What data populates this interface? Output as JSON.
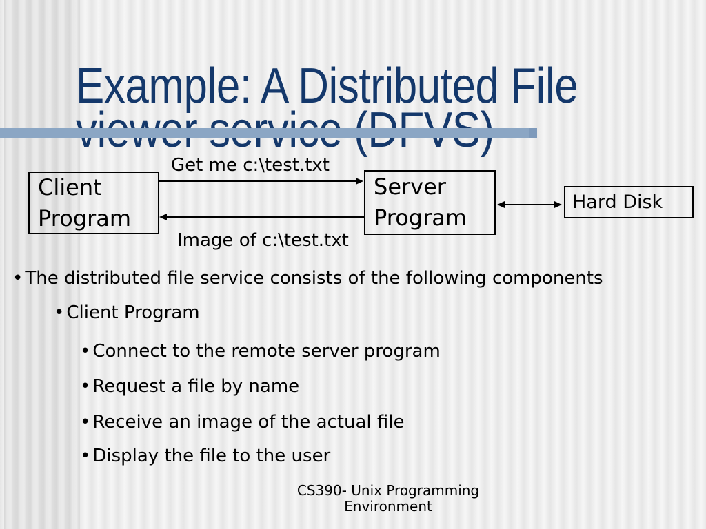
{
  "slide": {
    "title_line1": "Example: A Distributed File",
    "title_line2": "viewer service (DFVS)",
    "footer_line1": "CS390- Unix Programming",
    "footer_line2": "Environment",
    "bullet_glyph": "•"
  },
  "diagram": {
    "client_box_line1": "Client",
    "client_box_line2": "Program",
    "server_box_line1": "Server",
    "server_box_line2": "Program",
    "hard_disk_label": "Hard Disk",
    "request_arrow_label": "Get me c:\\test.txt",
    "response_arrow_label": "Image of c:\\test.txt"
  },
  "bullets": {
    "level1": "The distributed file service consists of the following components",
    "level2": "Client Program",
    "level3": [
      "Connect to the remote server program",
      "Request a file by name",
      "Receive an image of the actual file",
      "Display the file to the user"
    ]
  },
  "colors": {
    "title_text": "#14386b",
    "accent_bar": "#8ba6c4",
    "body_text": "#000000"
  }
}
